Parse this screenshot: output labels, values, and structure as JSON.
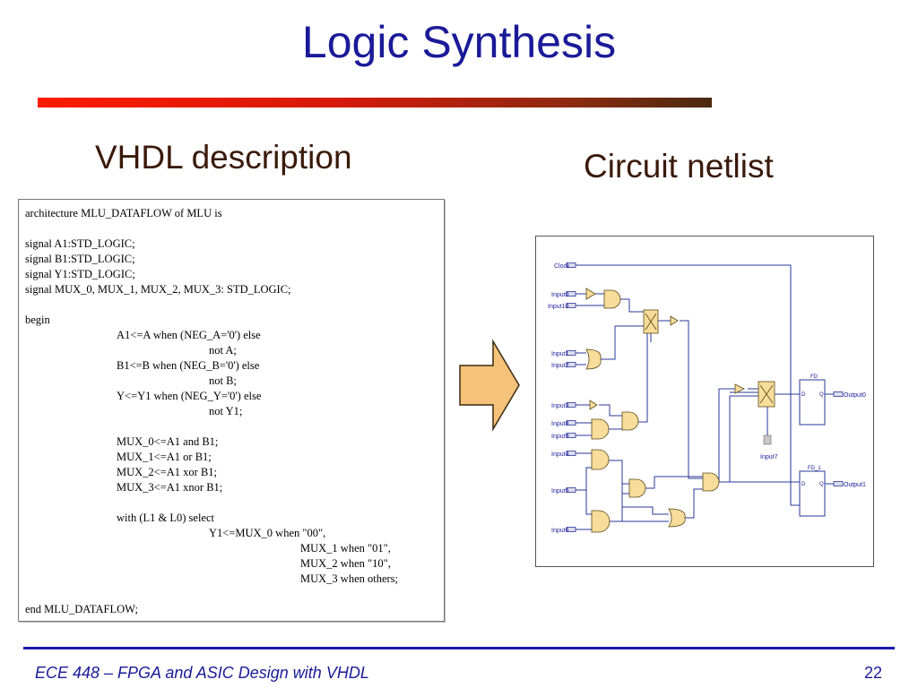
{
  "slide": {
    "title": "Logic Synthesis",
    "left_heading": "VHDL description",
    "right_heading": "Circuit netlist",
    "code_lines": [
      "architecture MLU_DATAFLOW of MLU is",
      "",
      "signal A1:STD_LOGIC;",
      "signal B1:STD_LOGIC;",
      "signal Y1:STD_LOGIC;",
      "signal MUX_0, MUX_1, MUX_2, MUX_3: STD_LOGIC;",
      "",
      "begin",
      "A1<=A when (NEG_A='0') else",
      "not A;",
      "B1<=B when (NEG_B='0') else",
      "not B;",
      "Y<=Y1 when (NEG_Y='0') else",
      "not Y1;",
      "",
      "MUX_0<=A1 and B1;",
      "MUX_1<=A1 or B1;",
      "MUX_2<=A1 xor B1;",
      "MUX_3<=A1 xnor B1;",
      "",
      "with (L1 & L0) select",
      "Y1<=MUX_0 when \"00\",",
      "MUX_1 when \"01\",",
      "MUX_2 when \"10\",",
      "MUX_3 when others;",
      "",
      "end MLU_DATAFLOW;"
    ],
    "netlist": {
      "inputs": [
        "Clock",
        "Input0",
        "Input10",
        "Input1",
        "Input2",
        "Input3",
        "Input8",
        "Input9",
        "Input4",
        "Input5",
        "Input6"
      ],
      "input7": "Input7",
      "outputs": [
        "Output0",
        "Output1"
      ],
      "ff_labels": [
        "FD",
        "FD_1"
      ],
      "pin_d": "D",
      "pin_q": "Q"
    },
    "footer": "ECE 448 – FPGA and ASIC Design with VHDL",
    "page_number": "22"
  },
  "colors": {
    "title": "#1a1a99",
    "bar_start": "#ff1a00",
    "bar_end": "#4a2a10",
    "heading": "#3a1a0a",
    "arrow_fill": "#f5c27a",
    "gate_fill": "#f7dc9a",
    "wire": "#2a3a99",
    "footer_line": "#1a1aaa"
  }
}
